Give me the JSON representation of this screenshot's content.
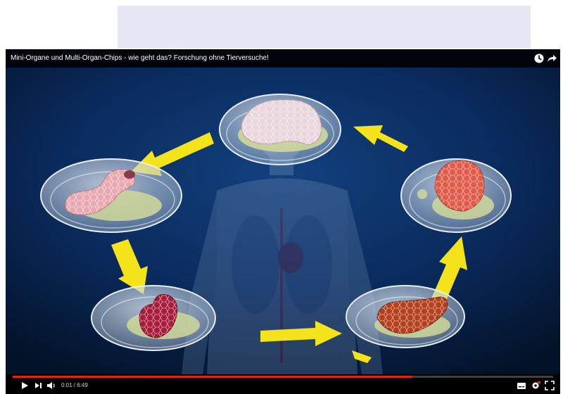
{
  "video": {
    "title": "Mini-Organe und Multi-Organ-Chips - wie geht das? Forschung ohne Tierversuche!",
    "time_display": "0:01 / 6:49",
    "progress_fraction": 0.74
  },
  "icons": {
    "title_bar": [
      "watch-later-icon",
      "share-icon"
    ],
    "controls_left": [
      "play-icon",
      "next-icon",
      "volume-icon"
    ],
    "controls_right": [
      "subtitles-icon",
      "settings-icon",
      "fullscreen-icon"
    ]
  },
  "colors": {
    "background_top": "#0c2f6a",
    "background_bottom": "#041530",
    "arrow": "#f4e21a",
    "progress": "#e62117",
    "dish_culture": "#cfd89a"
  },
  "scene": {
    "organoids": [
      "brain",
      "intestine",
      "lung",
      "liver",
      "heart"
    ],
    "cycle_arrows": 5
  }
}
